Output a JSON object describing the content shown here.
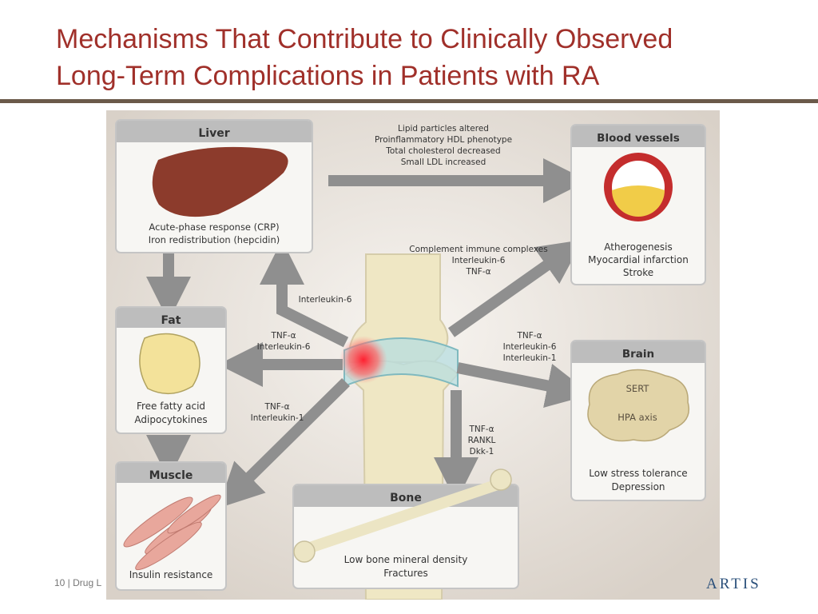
{
  "slide": {
    "title_line1": "Mechanisms That Contribute to Clinically Observed",
    "title_line2": "Long-Term Complications in Patients with RA",
    "footer": "10 | Drug L",
    "logo_text": "ARTIS"
  },
  "diagram": {
    "boxes": {
      "liver": {
        "title": "Liver",
        "line1": "Acute-phase response (CRP)",
        "line2": "Iron redistribution (hepcidin)"
      },
      "blood_vessels": {
        "title": "Blood vessels",
        "line1": "Atherogenesis",
        "line2": "Myocardial infarction",
        "line3": "Stroke"
      },
      "fat": {
        "title": "Fat",
        "line1": "Free fatty acid",
        "line2": "Adipocytokines"
      },
      "brain": {
        "title": "Brain",
        "label_sert": "SERT",
        "label_hpa": "HPA axis",
        "line1": "Low stress tolerance",
        "line2": "Depression"
      },
      "muscle": {
        "title": "Muscle",
        "line1": "Insulin resistance"
      },
      "bone": {
        "title": "Bone",
        "line1": "Low bone mineral density",
        "line2": "Fractures"
      }
    },
    "arrow_labels": {
      "lipid": [
        "Lipid particles altered",
        "Proinflammatory HDL phenotype",
        "Total cholesterol decreased",
        "Small LDL increased"
      ],
      "liver": [
        "Interleukin-6"
      ],
      "fat": [
        "TNF-α",
        "Interleukin-6"
      ],
      "muscle": [
        "TNF-α",
        "Interleukin-1"
      ],
      "blood_vessels": [
        "Complement immune complexes",
        "Interleukin-6",
        "TNF-α"
      ],
      "brain": [
        "TNF-α",
        "Interleukin-6",
        "Interleukin-1"
      ],
      "bone": [
        "TNF-α",
        "RANKL",
        "Dkk-1"
      ]
    },
    "colors": {
      "title_red": "#a0302a",
      "panel_bg": "#e3ddd6",
      "arrow_gray": "#8f8f8f",
      "box_header": "#bdbdbd",
      "liver": "#8c3b2c",
      "fat": "#f3e29a",
      "muscle": "#e8a79c",
      "bone": "#ece5c4"
    }
  }
}
